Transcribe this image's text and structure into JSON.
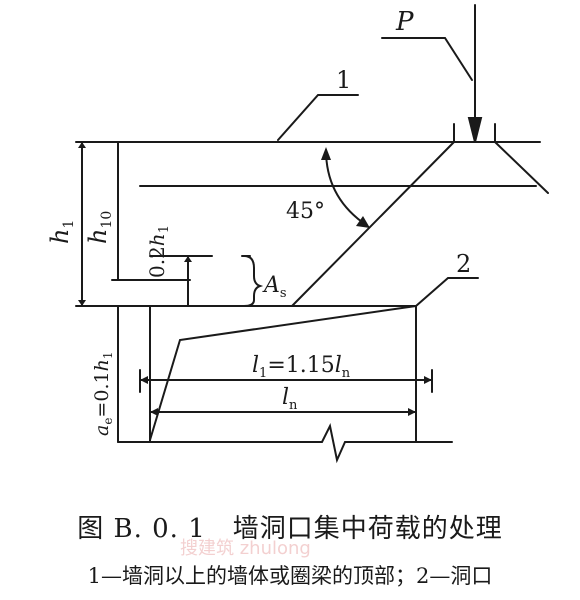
{
  "labels": {
    "load": "P",
    "callout_1": "1",
    "callout_2": "2",
    "angle": "45°",
    "h1_sym": "h",
    "h1_sub": "1",
    "h10_sym": "h",
    "h10_sub": "10",
    "dim_02_num": "0.2",
    "dim_02_sym": "h",
    "dim_02_sub": "1",
    "as_sym": "A",
    "as_sub": "s",
    "ae_sym": "a",
    "ae_sub": "e",
    "ae_eq": "=0.1",
    "ae_h": "h",
    "ae_h_sub": "1",
    "l1_sym": "l",
    "l1_sub": "1",
    "l1_eq": "=1.15",
    "l1_ln": "l",
    "l1_ln_sub": "n",
    "ln_sym": "l",
    "ln_sub": "n"
  },
  "caption": {
    "title": "图 B. 0. 1　墙洞口集中荷载的处理",
    "legend": "1—墙洞以上的墙体或圈梁的顶部；2—洞口"
  },
  "watermark": "搜建筑 zhulong"
}
